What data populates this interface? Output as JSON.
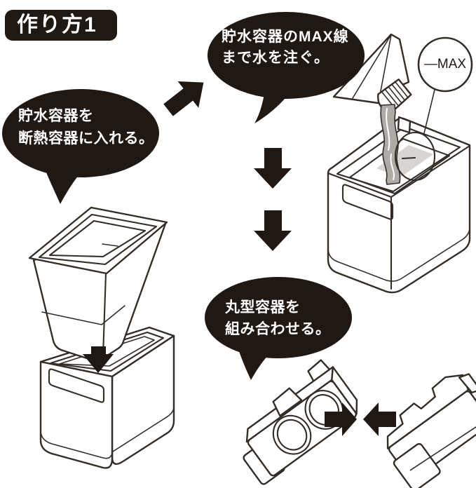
{
  "badge": {
    "label": "作り方1"
  },
  "bubbles": {
    "insert": {
      "line1": "貯水容器を",
      "line2": "断熱容器に入れる。"
    },
    "pour": {
      "line1": "貯水容器のMAX線",
      "line2": "まで水を注ぐ。"
    },
    "combine": {
      "line1": "丸型容器を",
      "line2": "組み合わせる。"
    }
  },
  "callout": {
    "max_label": "—MAX"
  },
  "colors": {
    "ink": "#1f1813",
    "line": "#332d28",
    "water": "#aeaaa6",
    "water_surface": "#d7d4d1",
    "background": "#ffffff"
  }
}
